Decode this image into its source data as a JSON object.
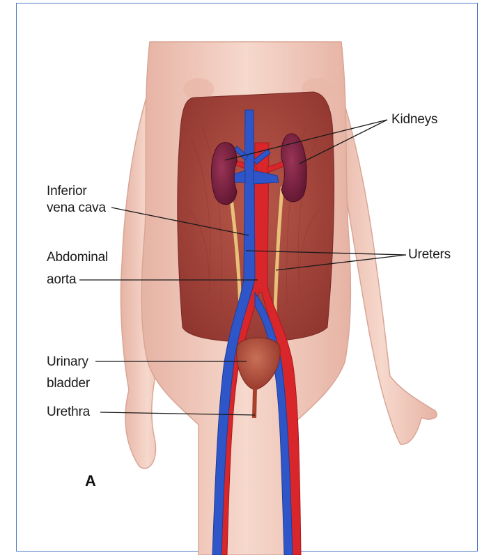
{
  "labels": {
    "kidneys": "Kidneys",
    "ivc_line1": "Inferior",
    "ivc_line2": "vena cava",
    "aorta_line1": "Abdominal",
    "aorta_line2": "aorta",
    "ureters": "Ureters",
    "bladder_line1": "Urinary",
    "bladder_line2": "bladder",
    "urethra": "Urethra",
    "panel": "A"
  },
  "colors": {
    "skin": "#f2cdbf",
    "muscle": "#a9463b",
    "kidney": "#7a2340",
    "aorta": "#d8262a",
    "vein": "#2f56c8",
    "ureter": "#e8c07a",
    "frame": "#4a78c8"
  }
}
